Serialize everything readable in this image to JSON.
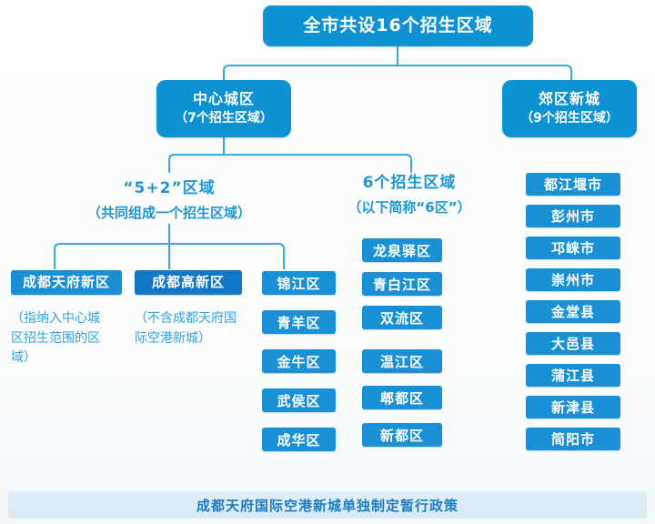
{
  "root": {
    "title": "全市共设16个招生区域"
  },
  "branches": {
    "center": {
      "title": "中心城区",
      "sub": "（7个招生区域）"
    },
    "suburb": {
      "title": "郊区新城",
      "sub": "（9个招生区域）"
    }
  },
  "groups": {
    "five_plus_two": {
      "title": "“5+2”区域",
      "sub": "（共同组成一个招生区域）"
    },
    "six_districts": {
      "title": "6个招生区域",
      "sub": "（以下简称“6区”）"
    }
  },
  "special_nodes": [
    {
      "label": "成都天府新区",
      "note": "（指纳入中心城区招生范围的区域）"
    },
    {
      "label": "成都高新区",
      "note": "（不含成都天府国际空港新城）"
    }
  ],
  "columns": {
    "five_districts": [
      "锦江区",
      "青羊区",
      "金牛区",
      "武侯区",
      "成华区"
    ],
    "six_districts": [
      "龙泉驿区",
      "青白江区",
      "双流区",
      "温江区",
      "郫都区",
      "新都区"
    ],
    "suburb_nine": [
      "都江堰市",
      "彭州市",
      "邛崃市",
      "崇州市",
      "金堂县",
      "大邑县",
      "蒲江县",
      "新津县",
      "简阳市"
    ]
  },
  "footer": {
    "text": "成都天府国际空港新城单独制定暂行政策"
  },
  "colors": {
    "box_blue": "#0f92d3",
    "item_blue": "#1a90d6",
    "deep_blue": "#1277c9",
    "line_blue": "#3aa8dc",
    "heading_blue": "#2196d6",
    "note_blue": "#34a3de",
    "footer_bg": "#dbecf7",
    "footer_text": "#1d7ec2"
  }
}
